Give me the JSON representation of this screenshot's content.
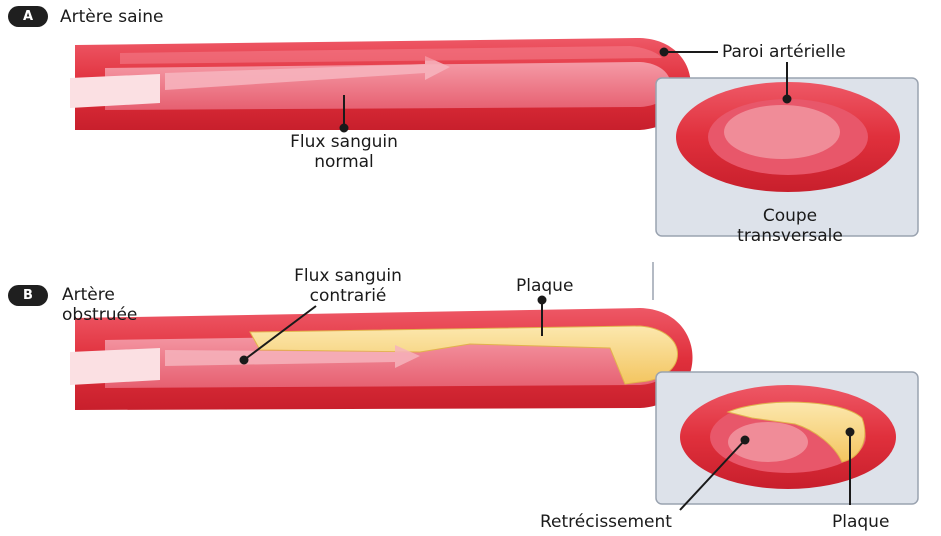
{
  "panels": {
    "a": {
      "badge": "A",
      "title": "Artère saine",
      "labels": {
        "wall": "Paroi artérielle",
        "flow_line1": "Flux sanguin",
        "flow_line2": "normal",
        "section_line1": "Coupe",
        "section_line2": "transversale"
      }
    },
    "b": {
      "badge": "B",
      "title_line1": "Artère",
      "title_line2": "obstruée",
      "labels": {
        "flow_line1": "Flux sanguin",
        "flow_line2": "contrarié",
        "plaque_top": "Plaque",
        "narrowing": "Retrécissement",
        "plaque_bottom": "Plaque"
      }
    }
  },
  "colors": {
    "artery_wall": "#e0303c",
    "artery_inner": "#e8576a",
    "artery_lumen": "#f08c98",
    "plaque": "#f6d27a",
    "plaque_light": "#fbe6a8",
    "section_box": "#dde2ea",
    "callout_line": "#1a1a1a"
  }
}
